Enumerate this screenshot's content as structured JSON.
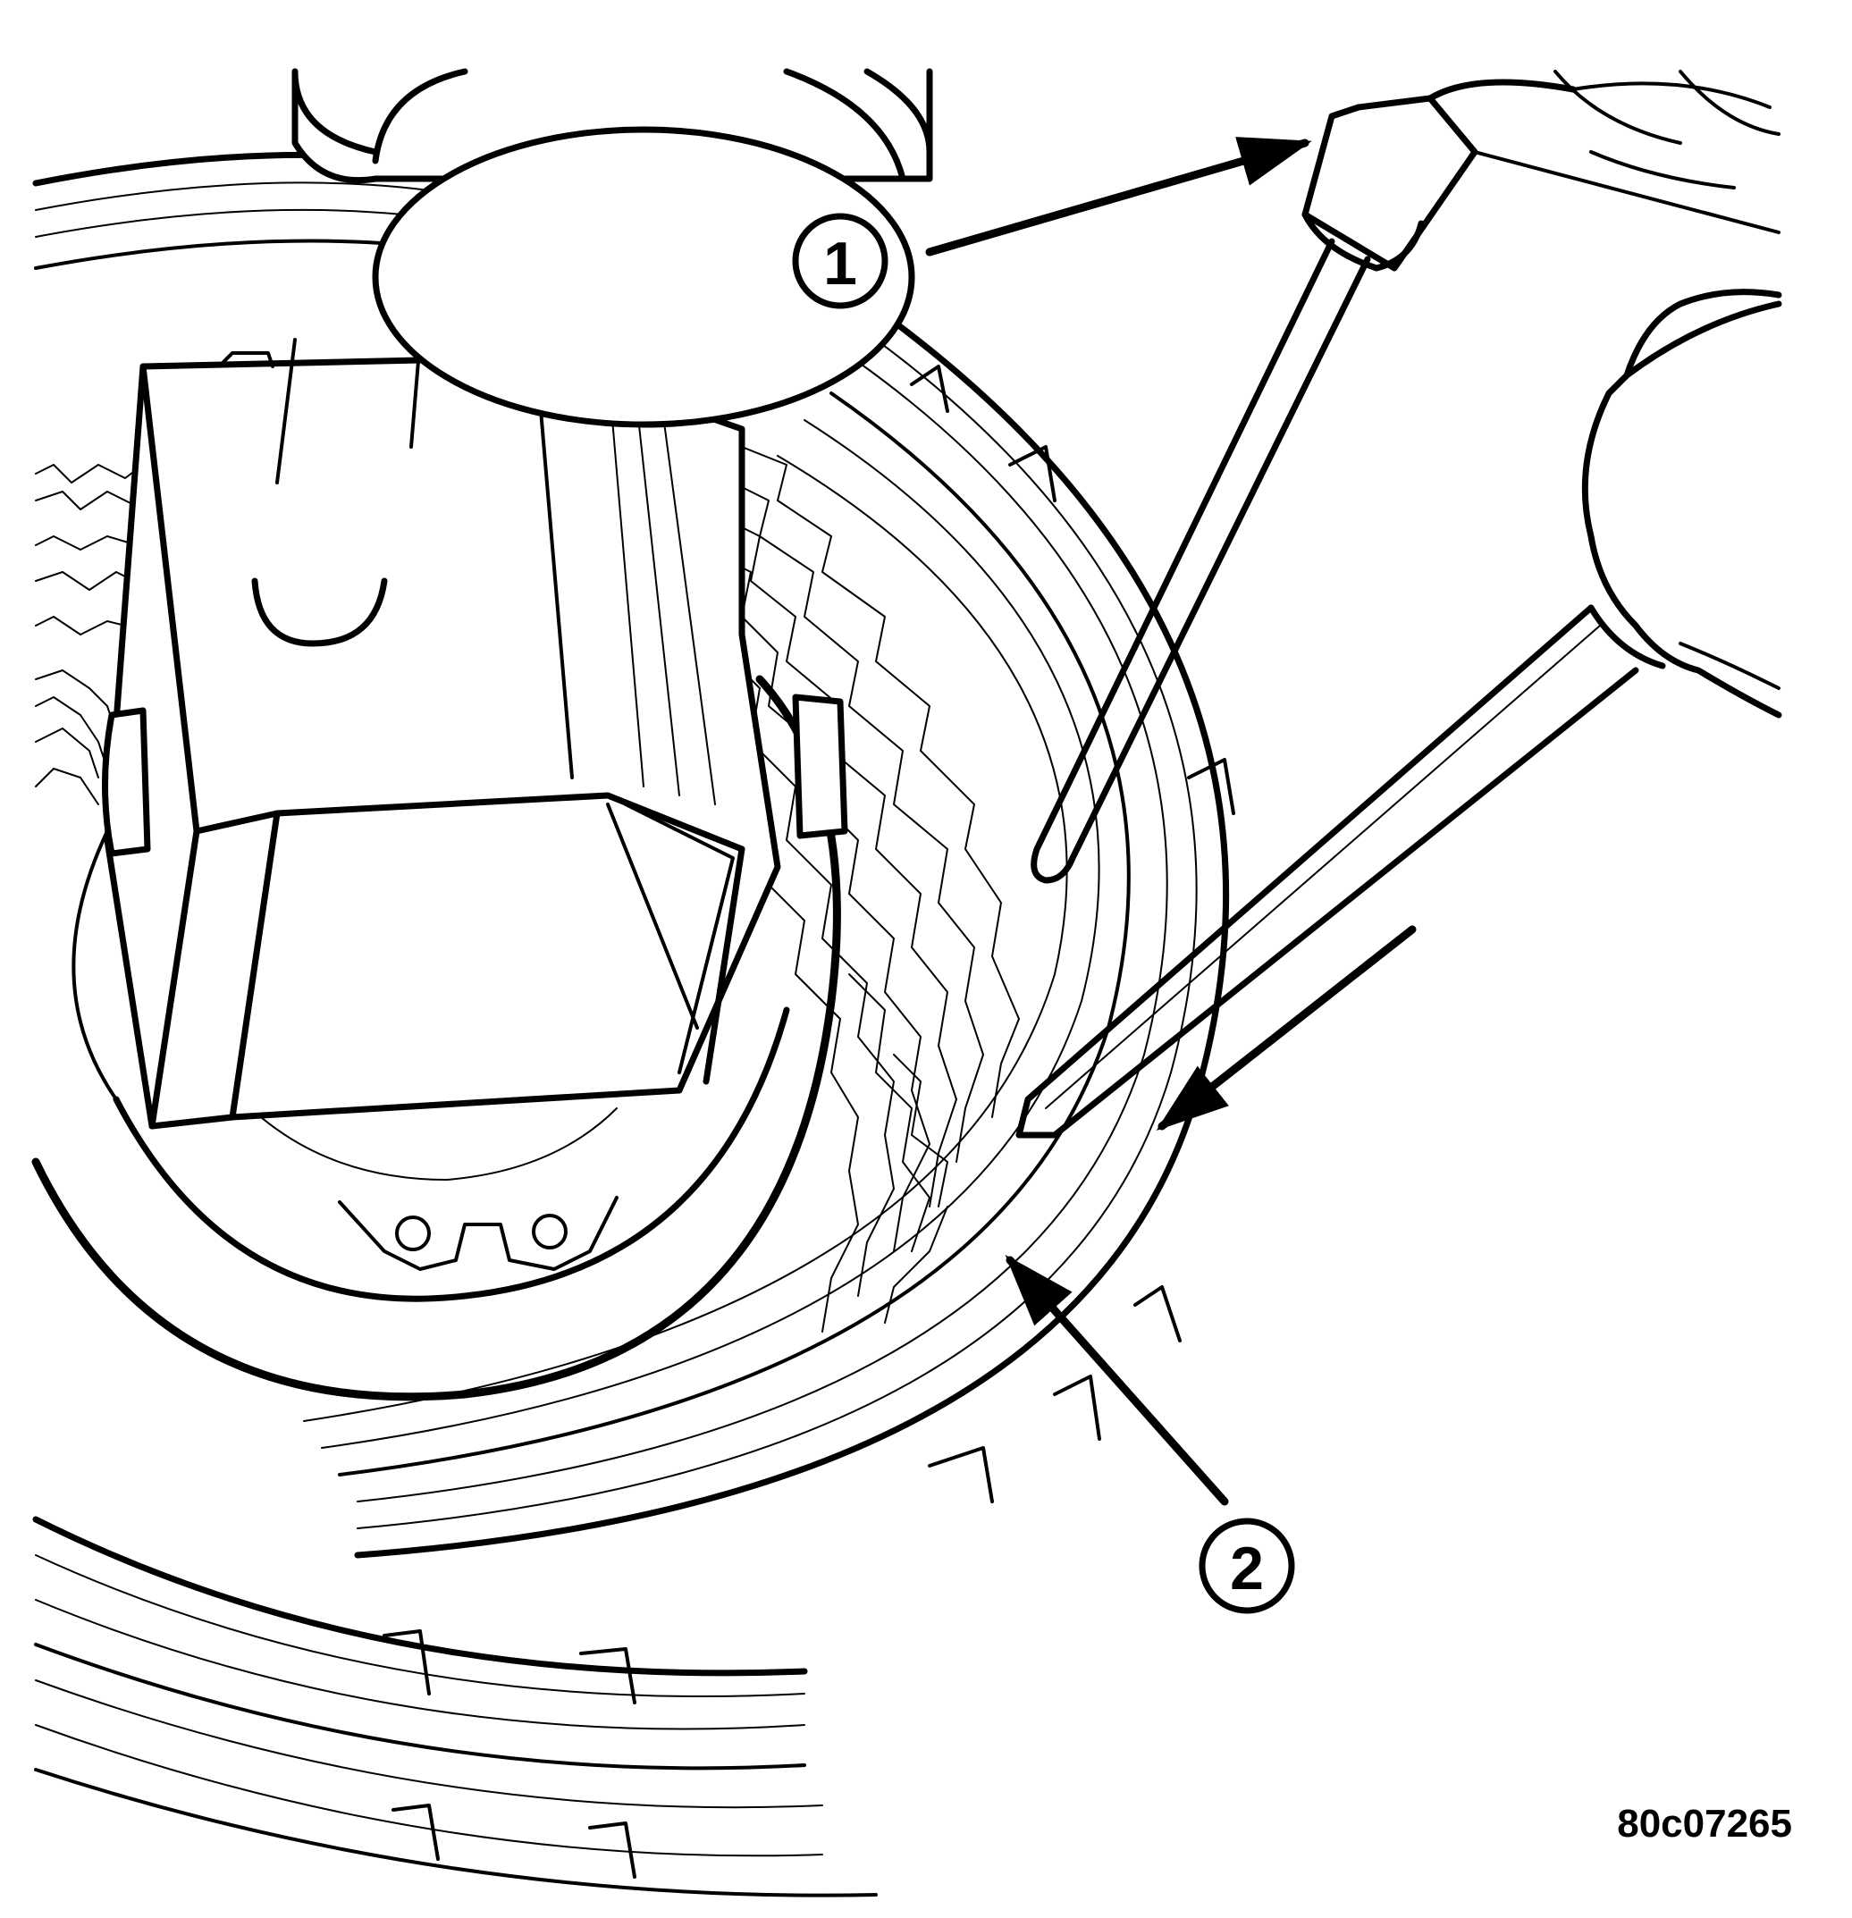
{
  "figure": {
    "reference_code": "80c07265",
    "callouts": [
      {
        "id": "1",
        "label": "1"
      },
      {
        "id": "2",
        "label": "2"
      }
    ]
  }
}
